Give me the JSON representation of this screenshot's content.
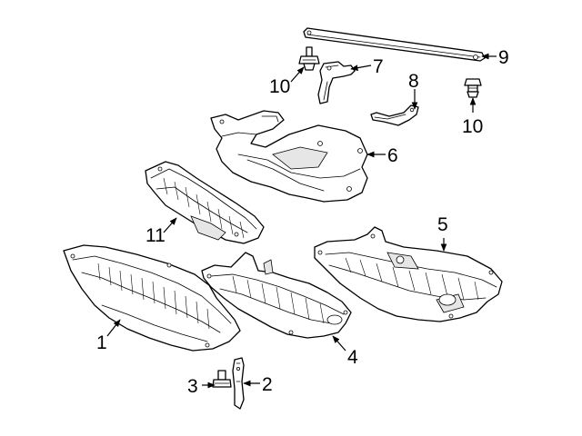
{
  "diagram": {
    "callouts": [
      {
        "id": "1",
        "label": "1"
      },
      {
        "id": "2",
        "label": "2"
      },
      {
        "id": "3",
        "label": "3"
      },
      {
        "id": "4",
        "label": "4"
      },
      {
        "id": "5",
        "label": "5"
      },
      {
        "id": "6",
        "label": "6"
      },
      {
        "id": "7",
        "label": "7"
      },
      {
        "id": "8",
        "label": "8"
      },
      {
        "id": "9",
        "label": "9"
      },
      {
        "id": "10a",
        "label": "10"
      },
      {
        "id": "10b",
        "label": "10"
      },
      {
        "id": "11",
        "label": "11"
      }
    ]
  },
  "colors": {
    "line": "#000000",
    "background": "#ffffff",
    "shade": "#e6e6e6"
  }
}
